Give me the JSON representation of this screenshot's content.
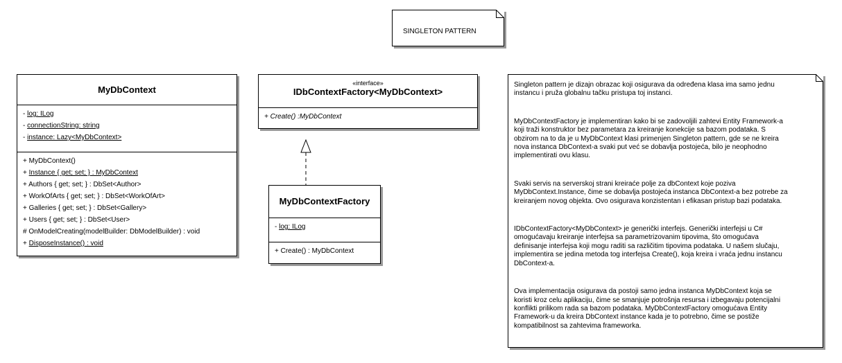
{
  "note_title": {
    "text": "SINGLETON PATTERN"
  },
  "mydbcontext": {
    "name": "MyDbContext",
    "attributes": [
      {
        "vis": "-",
        "text": "log: ILog",
        "underline": true
      },
      {
        "vis": "-",
        "text": "connectionString: string",
        "underline": true
      },
      {
        "vis": "-",
        "text": "instance: Lazy<MyDbContext>",
        "underline": true
      }
    ],
    "operations": [
      {
        "vis": "+",
        "text": "MyDbContext()",
        "underline": false
      },
      {
        "vis": "+",
        "text": "Instance { get; set; } : MyDbContext",
        "underline": true
      },
      {
        "vis": "+",
        "text": "Authors { get; set; } : DbSet<Author>",
        "underline": false
      },
      {
        "vis": "+",
        "text": "WorkOfArts { get; set; } : DbSet<WorkOfArt>",
        "underline": false
      },
      {
        "vis": "+",
        "text": "Galleries { get; set; } : DbSet<Gallery>",
        "underline": false
      },
      {
        "vis": "+",
        "text": "Users { get; set; } : DbSet<User>",
        "underline": false
      },
      {
        "vis": "#",
        "text": "OnModelCreating(modelBuilder: DbModelBuilder) : void",
        "underline": false
      },
      {
        "vis": "+",
        "text": "DisposeInstance() : void",
        "underline": true
      }
    ]
  },
  "factory_interface": {
    "stereotype": "«interface»",
    "name": "IDbContextFactory<MyDbContext>",
    "operations": [
      {
        "vis": "+",
        "text": "Create() :MyDbContext",
        "italic": true
      }
    ]
  },
  "factory_class": {
    "name": "MyDbContextFactory",
    "attributes": [
      {
        "vis": "-",
        "text": "log: ILog",
        "underline": true
      }
    ],
    "operations": [
      {
        "vis": "+",
        "text": "Create() : MyDbContext",
        "underline": false
      }
    ]
  },
  "note_description": {
    "paragraphs": [
      [
        "Singleton pattern je dizajn obrazac koji osigurava da određena klasa ima samo jednu",
        "instancu i pruža globalnu tačku pristupa toj instanci."
      ],
      [
        "MyDbContextFactory je implementiran kako bi se zadovoljili zahtevi Entity Framework-a",
        "koji traži konstruktor bez parametara za kreiranje konekcije sa bazom podataka. S",
        "obzirom na to da je u MyDbContext klasi primenjen Singleton pattern, gde se ne kreira",
        "nova instanca DbContext-a svaki put već se dobavlja postojeća, bilo je neophodno",
        "implementirati ovu klasu."
      ],
      [
        "Svaki servis na serverskoj strani kreiraće polje za dbContext koje poziva",
        "MyDbContext.Instance, čime se dobavlja postojeća instanca DbContext-a bez potrebe za",
        "kreiranjem novog objekta. Ovo osigurava konzistentan i efikasan pristup bazi podataka."
      ],
      [
        "IDbContextFactory<MyDbContext> je generički interfejs. Generički interfejsi u C#",
        "omogućavaju kreiranje interfejsa sa parametrizovanim tipovima, što omogućava",
        "definisanje interfejsa koji mogu raditi sa različitim tipovima podataka. U našem slučaju,",
        "implementira se jedina metoda tog interfejsa Create(), koja kreira i vraća jednu instancu",
        "DbContext-a."
      ],
      [
        "Ova implementacija osigurava da postoji samo jedna instanca MyDbContext koja se",
        "koristi kroz celu aplikaciju, čime se smanjuje potrošnja resursa i izbegavaju potencijalni",
        "konflikti prilikom rada sa bazom podataka. MyDbContextFactory omogućava Entity",
        "Framework-u da kreira DbContext instance kada je to potrebno, čime se postiže",
        "kompatibilnost sa zahtevima frameworka."
      ]
    ]
  }
}
